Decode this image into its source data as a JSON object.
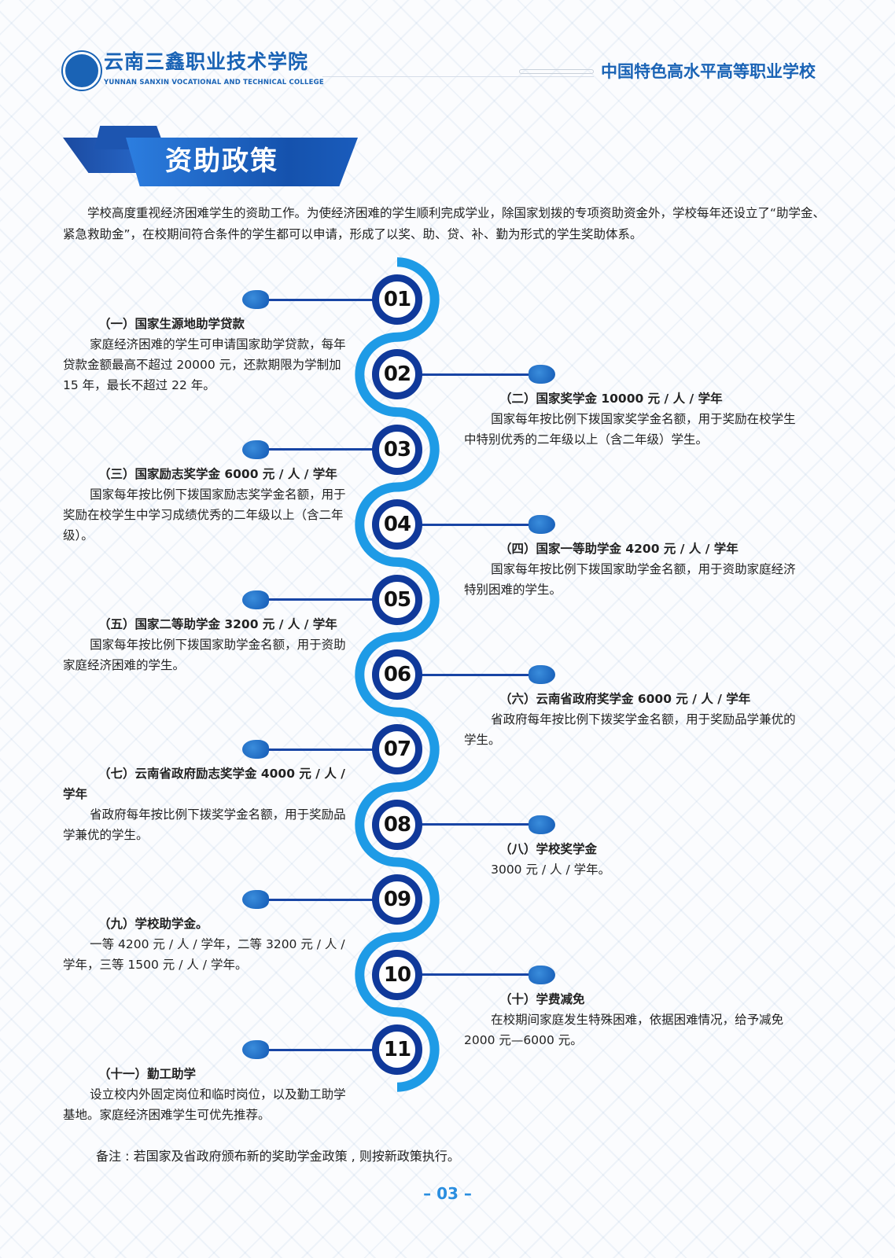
{
  "header": {
    "school_cn": "云南三鑫职业技术学院",
    "school_en": "YUNNAN SANXIN VOCATIONAL AND TECHNICAL COLLEGE",
    "slogan": "中国特色高水平高等职业学校"
  },
  "section_title": "资助政策",
  "intro": "学校高度重视经济困难学生的资助工作。为使经济困难的学生顺利完成学业，除国家划拨的专项资助资金外，学校每年还设立了“助学金、紧急救助金”，在校期间符合条件的学生都可以申请，形成了以奖、助、贷、补、勤为形式的学生奖助体系。",
  "items": [
    {
      "num": "01",
      "title": "（一）国家生源地助学贷款",
      "body": "家庭经济困难的学生可申请国家助学贷款，每年贷款金额最高不超过 20000 元，还款期限为学制加 15 年，最长不超过 22 年。"
    },
    {
      "num": "02",
      "title": "（二）国家奖学金 10000 元 / 人 / 学年",
      "body": "国家每年按比例下拨国家奖学金名额，用于奖励在校学生中特别优秀的二年级以上（含二年级）学生。"
    },
    {
      "num": "03",
      "title": "（三）国家励志奖学金 6000 元 / 人 / 学年",
      "body": "国家每年按比例下拨国家励志奖学金名额，用于奖励在校学生中学习成绩优秀的二年级以上（含二年级）。"
    },
    {
      "num": "04",
      "title": "（四）国家一等助学金 4200 元 / 人 / 学年",
      "body": "国家每年按比例下拨国家助学金名额，用于资助家庭经济特别困难的学生。"
    },
    {
      "num": "05",
      "title": "（五）国家二等助学金 3200 元 / 人 / 学年",
      "body": "国家每年按比例下拨国家助学金名额，用于资助家庭经济困难的学生。"
    },
    {
      "num": "06",
      "title": "（六）云南省政府奖学金 6000 元 / 人 / 学年",
      "body": "省政府每年按比例下拨奖学金名额，用于奖励品学兼优的学生。"
    },
    {
      "num": "07",
      "title": "（七）云南省政府励志奖学金 4000 元 / 人 / 学年",
      "body": "省政府每年按比例下拨奖学金名额，用于奖励品学兼优的学生。"
    },
    {
      "num": "08",
      "title": "（八）学校奖学金",
      "body": "3000 元 / 人 / 学年。"
    },
    {
      "num": "09",
      "title": "（九）学校助学金。",
      "body": "一等 4200 元 / 人 / 学年，二等 3200 元 / 人 / 学年，三等 1500 元 / 人 / 学年。"
    },
    {
      "num": "10",
      "title": "（十）学费减免",
      "body": "在校期间家庭发生特殊困难，依据困难情况，给予减免 2000 元—6000 元。"
    },
    {
      "num": "11",
      "title": "（十一）勤工助学",
      "body": "设立校内外固定岗位和临时岗位，以及勤工助学基地。家庭经济困难学生可优先推荐。"
    }
  ],
  "note": "备注 : 若国家及省政府颁布新的奖助学金政策 , 则按新政策执行。",
  "page_number": "– 03 –",
  "colors": {
    "primary": "#1a63b5",
    "circle": "#10399a",
    "curve": "#1e9be6"
  }
}
